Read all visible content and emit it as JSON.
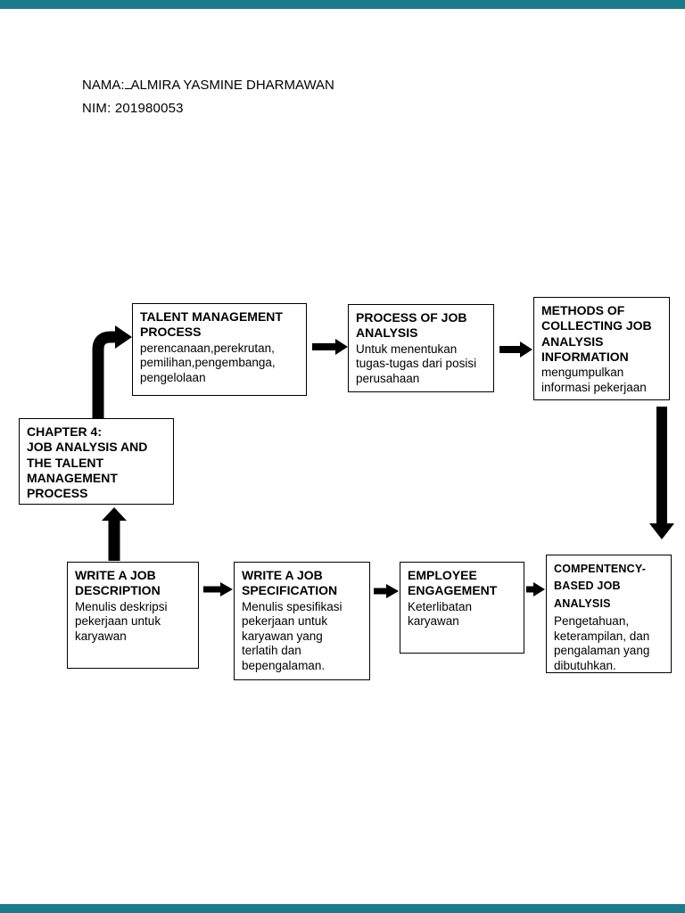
{
  "colors": {
    "viewer_frame": "#1b7b8b",
    "page_background": "#ffffff",
    "ink": "#000000"
  },
  "header": {
    "nama_label": "NAMA:",
    "nama_value": "ALMIRA YASMINE DHARMAWAN",
    "nim": "NIM: 201980053"
  },
  "diagram": {
    "boxes": {
      "talent": {
        "title": "TALENT MANAGEMENT PROCESS",
        "body": "perencanaan,perekrutan, pemilihan,pengembanga, pengelolaan"
      },
      "process": {
        "title": "PROCESS OF JOB ANALYSIS",
        "body": "Untuk menentukan tugas-tugas dari posisi perusahaan"
      },
      "methods": {
        "title": "METHODS OF COLLECTING JOB ANALYSIS INFORMATION",
        "body": "mengumpulkan informasi pekerjaan"
      },
      "chapter": {
        "title_line1": "CHAPTER 4:",
        "title_line2": "JOB ANALYSIS AND THE TALENT MANAGEMENT PROCESS"
      },
      "description": {
        "title": "WRITE A JOB DESCRIPTION",
        "body": "Menulis deskripsi pekerjaan untuk karyawan"
      },
      "specification": {
        "title": "WRITE A JOB SPECIFICATION",
        "body": "Menulis spesifikasi pekerjaan untuk karyawan yang terlatih dan bepengalaman."
      },
      "employee": {
        "title": "EMPLOYEE ENGAGEMENT",
        "body": "Keterlibatan karyawan"
      },
      "competency": {
        "title": "COMPENTENCY-BASED JOB ANALYSIS",
        "body": "Pengetahuan, keterampilan, dan pengalaman yang dibutuhkan."
      }
    }
  }
}
